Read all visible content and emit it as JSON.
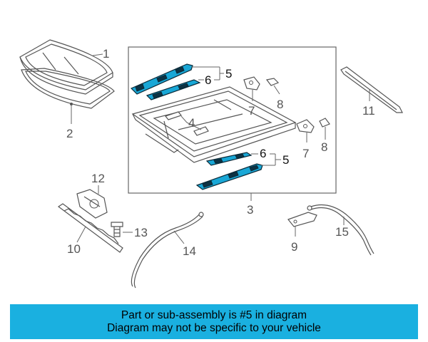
{
  "callouts": {
    "c1": "1",
    "c2": "2",
    "c3": "3",
    "c4": "4",
    "c5a": "5",
    "c5b": "5",
    "c6a": "6",
    "c6b": "6",
    "c7a": "7",
    "c7b": "7",
    "c8a": "8",
    "c8b": "8",
    "c9": "9",
    "c10": "10",
    "c11": "11",
    "c12": "12",
    "c13": "13",
    "c14": "14",
    "c15": "15"
  },
  "banner": {
    "line1": "Part or sub-assembly is #5 in diagram",
    "line2": "Diagram may not be specific to your vehicle"
  },
  "colors": {
    "highlight": "#19a7d6",
    "banner": "#1ab0e0",
    "line": "#555555"
  }
}
